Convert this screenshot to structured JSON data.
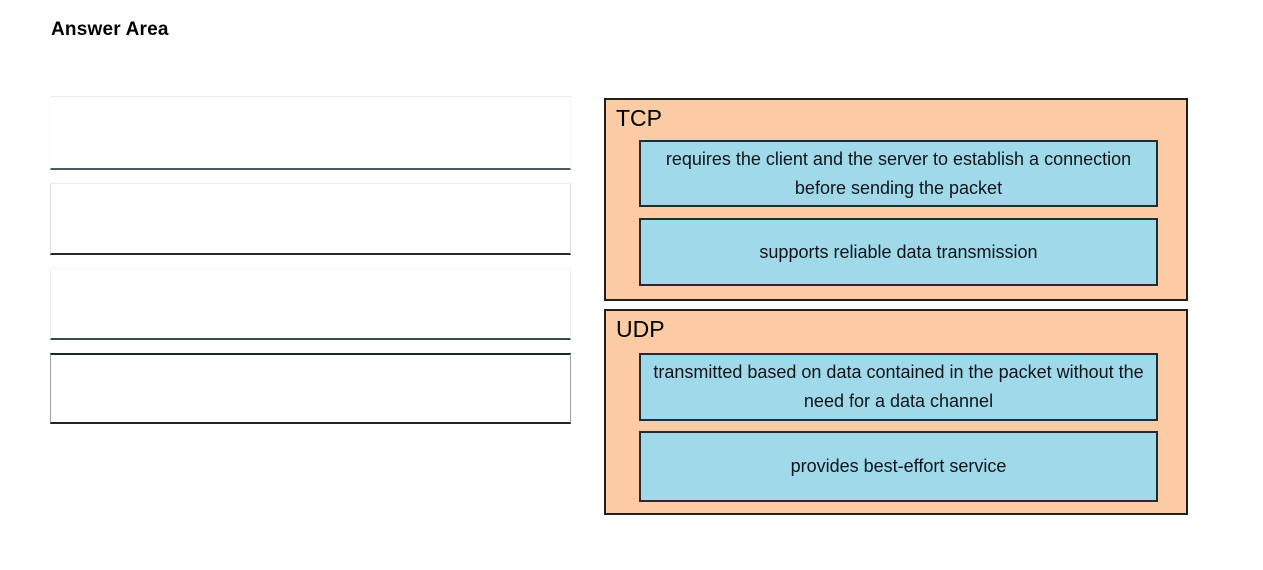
{
  "page": {
    "title": "Answer Area",
    "background_color": "#ffffff"
  },
  "colors": {
    "group_fill": "#fbcca4",
    "group_border": "#231f1c",
    "option_fill": "#a0daea",
    "option_border": "#252b30",
    "slot_fill": "#ffffff",
    "slot_border": "#1d262c",
    "text": "#101418"
  },
  "answer_area": {
    "name": "Answer Area",
    "slots": [
      {
        "id": "slot-1",
        "value": "",
        "placeholder": ""
      },
      {
        "id": "slot-2",
        "value": "",
        "placeholder": ""
      },
      {
        "id": "slot-3",
        "value": "",
        "placeholder": ""
      },
      {
        "id": "slot-4",
        "value": "",
        "placeholder": ""
      }
    ]
  },
  "groups": [
    {
      "label": "TCP",
      "options": [
        {
          "text": "requires the client and the server to establish a connection before sending the packet"
        },
        {
          "text": "supports reliable data transmission"
        }
      ]
    },
    {
      "label": "UDP",
      "options": [
        {
          "text": "transmitted based on data contained in the packet without the need for a data channel"
        },
        {
          "text": "provides best-effort service"
        }
      ]
    }
  ]
}
